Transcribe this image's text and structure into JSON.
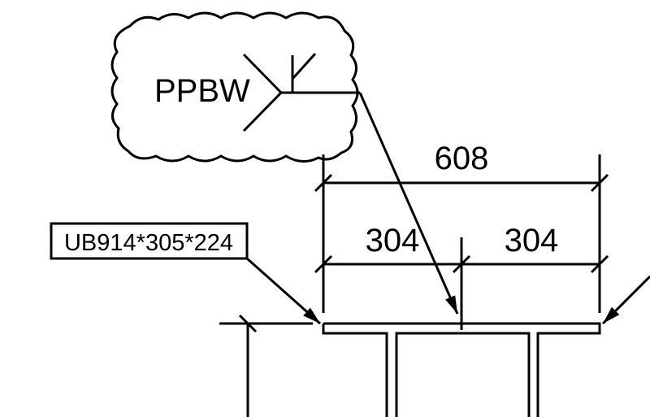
{
  "weld_symbol": {
    "label": "PPBW"
  },
  "section_label": {
    "text": "UB914*305*224"
  },
  "dimensions": {
    "overall": "608",
    "left_half": "304",
    "right_half": "304"
  },
  "colors": {
    "line": "#000000",
    "background": "#ffffff"
  }
}
